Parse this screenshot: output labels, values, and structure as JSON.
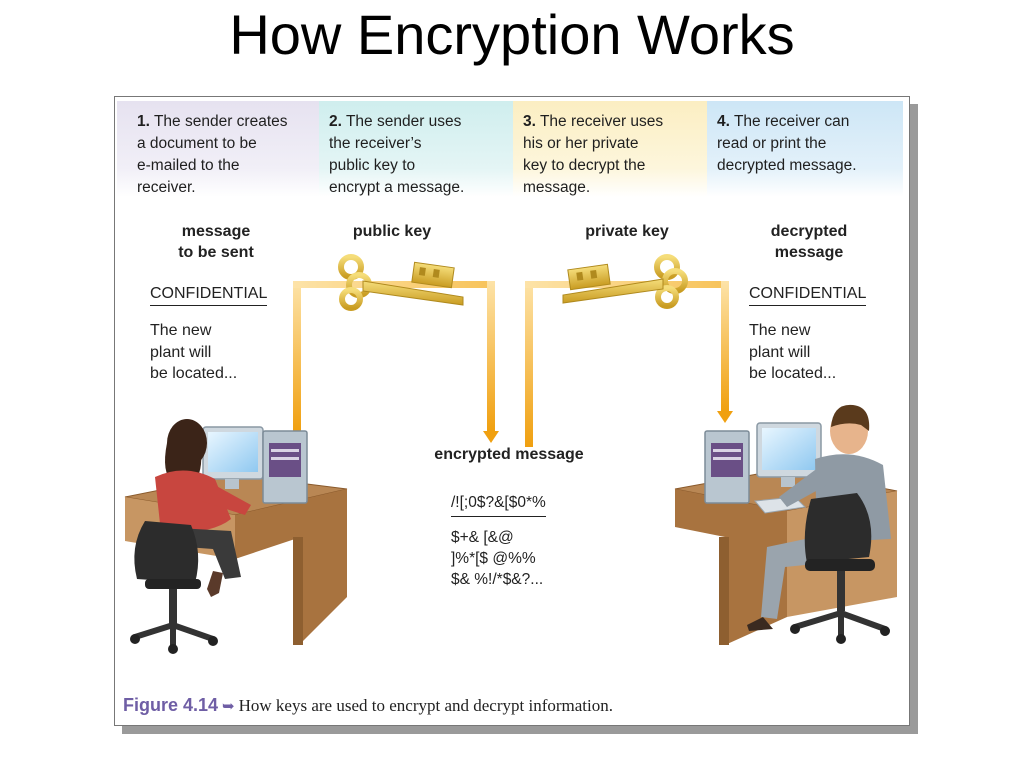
{
  "slide": {
    "title": "How Encryption Works"
  },
  "steps": [
    {
      "number": "1.",
      "lines": [
        "The sender creates",
        "a document to be",
        "e-mailed to the",
        "receiver."
      ]
    },
    {
      "number": "2.",
      "lines": [
        "The sender uses",
        "the receiver’s",
        "public key to",
        "encrypt a message."
      ]
    },
    {
      "number": "3.",
      "lines": [
        "The receiver uses",
        "his or her private",
        "key to decrypt the",
        "message."
      ]
    },
    {
      "number": "4.",
      "lines": [
        "The receiver can",
        "read or print the",
        "decrypted message.",
        ""
      ]
    }
  ],
  "labels": {
    "message_line1": "message",
    "message_line2": "to be sent",
    "public_key": "public key",
    "private_key": "private key",
    "decrypted_line1": "decrypted",
    "decrypted_line2": "message",
    "encrypted": "encrypted message"
  },
  "sender_doc": {
    "heading": "CONFIDENTIAL",
    "lines": [
      "The new",
      "plant will",
      "be located..."
    ]
  },
  "receiver_doc": {
    "heading": "CONFIDENTIAL",
    "lines": [
      "The new",
      "plant will",
      "be located..."
    ]
  },
  "cipher": {
    "heading": "/![;0$?&[$0*%",
    "lines": [
      "$+& [&@",
      "]%*[$ @%%",
      "$& %!/*$&?..."
    ]
  },
  "caption": {
    "figure": "Figure 4.14",
    "arrow": "➥",
    "text": "How keys are used to encrypt and decrypt information."
  },
  "colors": {
    "arrow": "#f2a516",
    "key": "#e5c245",
    "caption_accent": "#6f5ea5"
  }
}
